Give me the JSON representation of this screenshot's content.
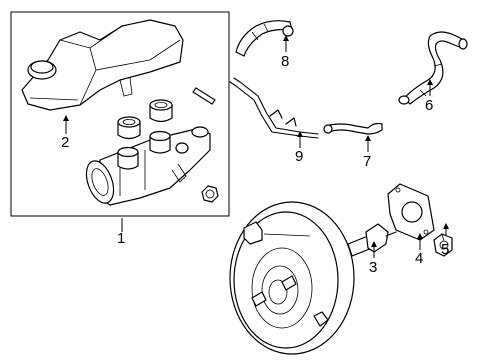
{
  "diagram": {
    "callouts": {
      "c1": "1",
      "c2": "2",
      "c3": "3",
      "c4": "4",
      "c5": "5",
      "c6": "6",
      "c7": "7",
      "c8": "8",
      "c9": "9"
    },
    "colors": {
      "line": "#000000",
      "background": "#ffffff"
    }
  }
}
